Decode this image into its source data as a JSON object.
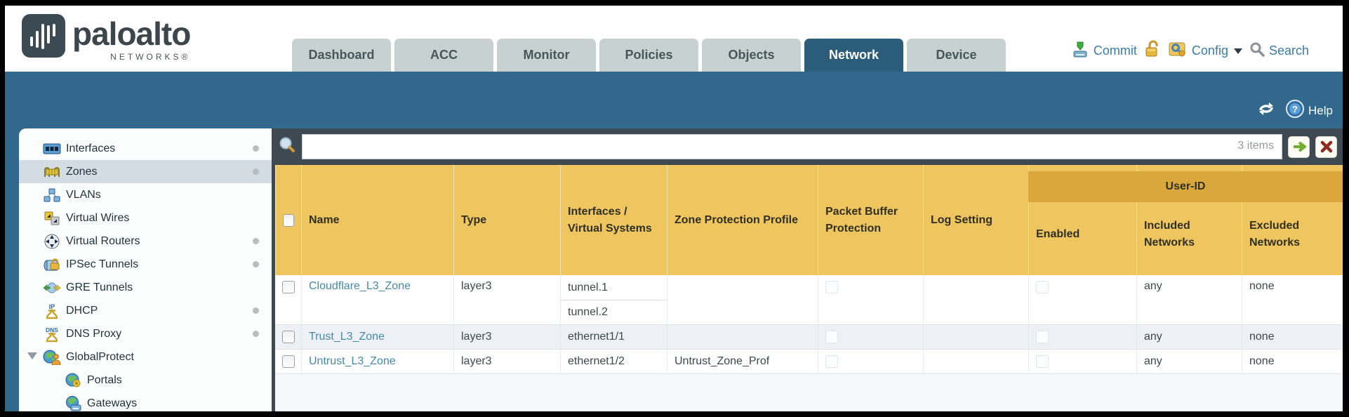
{
  "brand": {
    "logo_text": "paloalto",
    "logo_sub": "NETWORKS®"
  },
  "nav": {
    "tabs": [
      {
        "label": "Dashboard",
        "active": false
      },
      {
        "label": "ACC",
        "active": false
      },
      {
        "label": "Monitor",
        "active": false
      },
      {
        "label": "Policies",
        "active": false
      },
      {
        "label": "Objects",
        "active": false
      },
      {
        "label": "Network",
        "active": true
      },
      {
        "label": "Device",
        "active": false
      }
    ],
    "actions": {
      "commit_label": "Commit",
      "config_label": "Config",
      "search_label": "Search"
    }
  },
  "band": {
    "help_label": "Help"
  },
  "filter": {
    "value": "",
    "items_count": "3 items"
  },
  "sidebar": {
    "items": [
      {
        "label": "Interfaces"
      },
      {
        "label": "Zones"
      },
      {
        "label": "VLANs"
      },
      {
        "label": "Virtual Wires"
      },
      {
        "label": "Virtual Routers"
      },
      {
        "label": "IPSec Tunnels"
      },
      {
        "label": "GRE Tunnels"
      },
      {
        "label": "DHCP"
      },
      {
        "label": "DNS Proxy"
      },
      {
        "label": "GlobalProtect"
      },
      {
        "label": "Portals"
      },
      {
        "label": "Gateways"
      }
    ],
    "icon_text": {
      "dhcp": "IP",
      "dns": "DNS"
    }
  },
  "table": {
    "group_header": "User-ID",
    "headers": {
      "name": "Name",
      "type": "Type",
      "interfaces": "Interfaces / Virtual Systems",
      "zone_protection": "Zone Protection Profile",
      "packet_buffer": "Packet Buffer Protection",
      "log_setting": "Log Setting",
      "enabled": "Enabled",
      "included": "Included Networks",
      "excluded": "Excluded Networks"
    },
    "rows": [
      {
        "name": "Cloudflare_L3_Zone",
        "type": "layer3",
        "if1": "tunnel.1",
        "if2": "tunnel.2",
        "zone_protection": "",
        "log_setting": "",
        "included": "any",
        "excluded": "none"
      },
      {
        "name": "Trust_L3_Zone",
        "type": "layer3",
        "if1": "ethernet1/1",
        "zone_protection": "",
        "log_setting": "",
        "included": "any",
        "excluded": "none"
      },
      {
        "name": "Untrust_L3_Zone",
        "type": "layer3",
        "if1": "ethernet1/2",
        "zone_protection": "Untrust_Zone_Prof",
        "log_setting": "",
        "included": "any",
        "excluded": "none"
      }
    ]
  },
  "colors": {
    "band_blue": "#32688b",
    "active_tab": "#2b5c7a",
    "header_yellow": "#eec55f",
    "userid_band": "#d9a73c",
    "filter_bar": "#3e4952",
    "link_blue": "#4589a8"
  }
}
